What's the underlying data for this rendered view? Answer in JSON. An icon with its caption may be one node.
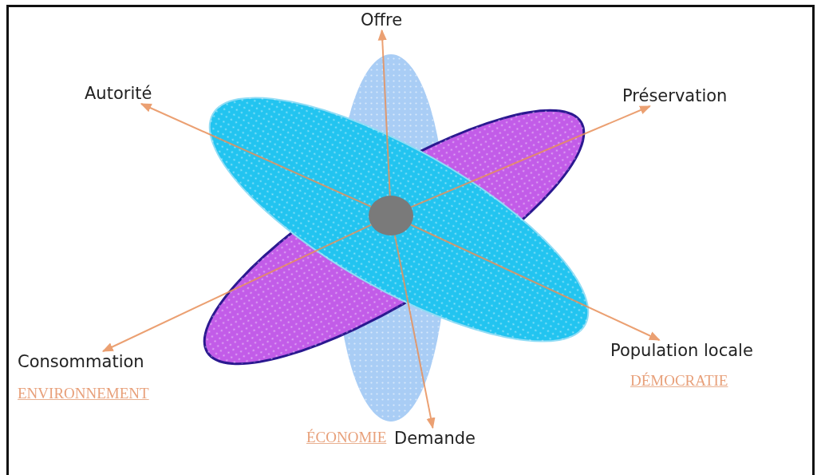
{
  "diagram": {
    "nodes": [
      {
        "text": [],
        "shape": "circle"
      },
      {
        "text": [
          "Offre"
        ]
      },
      {
        "text": [
          "Autorité"
        ]
      },
      {
        "text": [
          "Préservation"
        ]
      },
      {
        "text": [
          "Consommation"
        ]
      },
      {
        "text": [
          "Population locale"
        ]
      },
      {
        "text": [
          "Demande"
        ]
      }
    ],
    "edges": [
      {
        "from": 0,
        "to": 1,
        "arrow": "to"
      },
      {
        "from": 0,
        "to": 2,
        "arrow": "to"
      },
      {
        "from": 0,
        "to": 3,
        "arrow": "to"
      },
      {
        "from": 0,
        "to": 4,
        "arrow": "to"
      },
      {
        "from": 0,
        "to": 5,
        "arrow": "to"
      },
      {
        "from": 0,
        "to": 6,
        "arrow": "to"
      }
    ],
    "labels": [
      "ENVIRONNEMENT",
      "DÉMOCRATIE",
      "ÉCONOMIE"
    ]
  }
}
